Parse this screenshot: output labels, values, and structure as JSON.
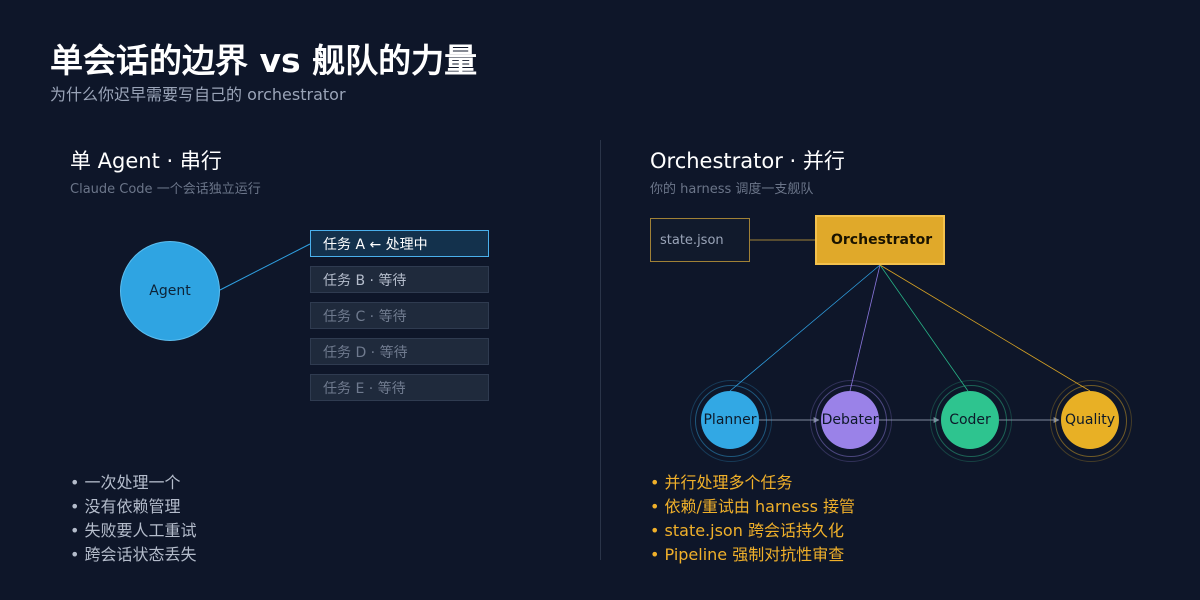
{
  "header": {
    "title": "单会话的边界 vs 舰队的力量",
    "subtitle": "为什么你迟早需要写自己的 orchestrator"
  },
  "left": {
    "title": "单 Agent · 串行",
    "subtitle": "Claude Code 一个会话独立运行",
    "agent_label": "Agent",
    "tasks": [
      {
        "label": "任务 A ← 处理中",
        "color": "#ffffff"
      },
      {
        "label": "任务 B · 等待",
        "color": "#b4bccb"
      },
      {
        "label": "任务 C · 等待",
        "color": "#6f7a8e"
      },
      {
        "label": "任务 D · 等待",
        "color": "#6f7a8e"
      },
      {
        "label": "任务 E · 等待",
        "color": "#6f7a8e"
      }
    ],
    "bullets": [
      "• 一次处理一个",
      "• 没有依赖管理",
      "• 失败要人工重试",
      "• 跨会话状态丢失"
    ]
  },
  "right": {
    "title": "Orchestrator · 并行",
    "subtitle": "你的 harness 调度一支舰队",
    "state_label": "state.json",
    "orchestrator_label": "Orchestrator",
    "nodes": [
      {
        "label": "Planner",
        "color": "#32a8e4"
      },
      {
        "label": "Debater",
        "color": "#9a82e8"
      },
      {
        "label": "Coder",
        "color": "#2ec48f"
      },
      {
        "label": "Quality",
        "color": "#e8b025"
      }
    ],
    "bullets": [
      "• 并行处理多个任务",
      "• 依赖/重试由 harness 接管",
      "• state.json 跨会话持久化",
      "• Pipeline 强制对抗性审查"
    ]
  }
}
